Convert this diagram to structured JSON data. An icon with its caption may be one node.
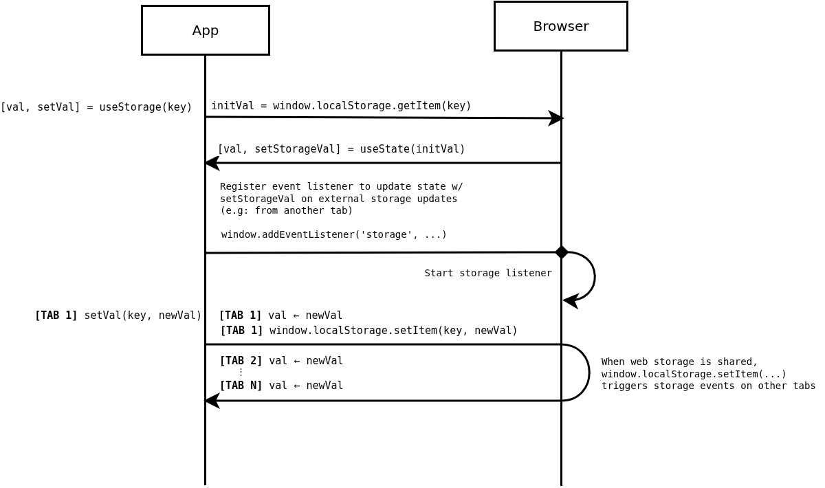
{
  "diagram": {
    "nodes": [
      {
        "text": [
          "App"
        ]
      },
      {
        "text": [
          "Browser"
        ]
      },
      {
        "text": [],
        "shape": "bar"
      },
      {
        "text": [],
        "shape": "bar"
      }
    ],
    "edges": [
      {
        "from": 2,
        "to": 3,
        "arrow": "to",
        "label": "initVal = window.localStorage.getItem(key)"
      },
      {
        "from": 3,
        "to": 2,
        "arrow": "to",
        "label": "[val, setStorageVal] = useState(initVal)"
      },
      {
        "from": 2,
        "to": 3,
        "arrow": "other",
        "label": "window.addEventListener('storage', ...)"
      },
      {
        "from": 3,
        "to": 3,
        "arrow": "to",
        "label": "Start storage listener"
      },
      {
        "from": 2,
        "to": 2,
        "arrow": "to",
        "label": "**[TAB 1]** window.localStorage.setItem(key, newVal)"
      }
    ],
    "labels": [
      "[val, setVal] = useStorage(key)",
      "Register event listener to update state w/ setStorageVal on external storage updates (e.g: from another tab)",
      "**[TAB 1]** setVal(key, newVal)",
      "**[TAB 1]** val ← newVal",
      "**[TAB 2]** val ← newVal",
      "⋮",
      "**[TAB N]** val ← newVal",
      "When web storage is shared, window.localStorage.setItem(...) triggers storage events on other tabs"
    ]
  }
}
